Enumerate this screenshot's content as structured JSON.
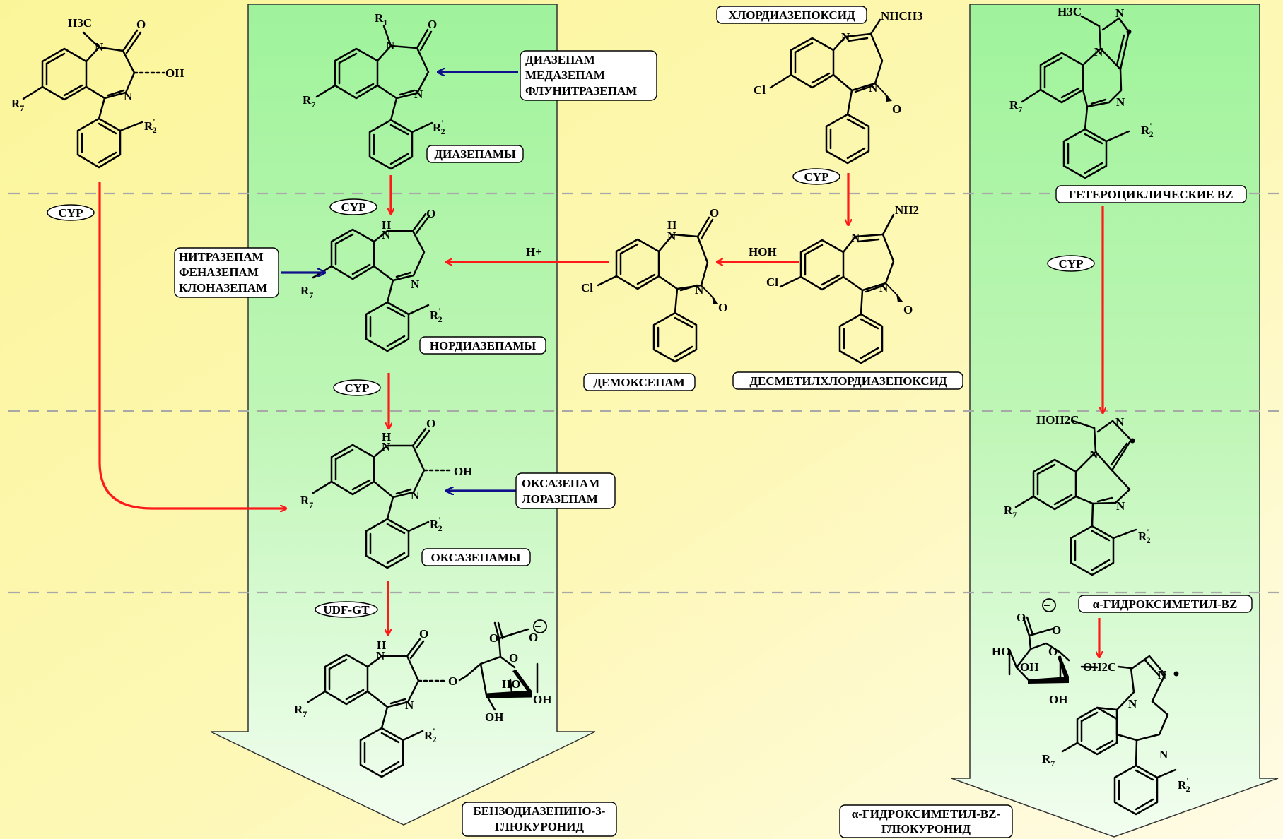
{
  "colors": {
    "background": "#fbf8a8",
    "band": "#a8f3a4",
    "band_light": "#eefdea",
    "reaction_arrow": "#ff1a1a",
    "drug_arrow": "#10108a",
    "separator": "#a0a0a0"
  },
  "labels": {
    "diazepam_group": [
      "ДИАЗЕПАМ",
      "МЕДАЗЕПАМ",
      "ФЛУНИТРАЗЕПАМ"
    ],
    "nitrazepam_group": [
      "НИТРАЗЕПАМ",
      "ФЕНАЗЕПАМ",
      "КЛОНАЗЕПАМ"
    ],
    "oxazepam_group": [
      "ОКСАЗЕПАМ",
      "ЛОРАЗЕПАМ"
    ],
    "diazepams": "ДИАЗЕПАМЫ",
    "nordiazepams": "НОРДИАЗЕПАМЫ",
    "oxazepams": "ОКСАЗЕПАМЫ",
    "glucuronide": [
      "БЕНЗОДИАЗЕПИНО-3-",
      "ГЛЮКУРОНИД"
    ],
    "chlordiazepoxide": "ХЛОРДИАЗЕПОКСИД",
    "desmethylchlordiazepoxide": "ДЕСМЕТИЛХЛОРДИАЗЕПОКСИД",
    "demoxepam": "ДЕМОКСЕПАМ",
    "heterocyclic": "ГЕТЕРОЦИКЛИЧЕСКИЕ BZ",
    "hydroxymethyl": "α-ГИДРОКСИМЕТИЛ-BZ",
    "hydroxymethyl_glucuronide": [
      "α-ГИДРОКСИМЕТИЛ-BZ-",
      "ГЛЮКУРОНИД"
    ]
  },
  "enzymes": {
    "cyp": "CYP",
    "udf": "UDF-GT"
  },
  "reagents": {
    "hplus": "H+",
    "hoh": "HOH"
  },
  "atoms": {
    "n": "N",
    "o": "O",
    "h": "H",
    "oh": "OH",
    "ho": "HO",
    "cl": "Cl",
    "r": "R",
    "sub7": "7",
    "sub1": "1",
    "sub2": "2",
    "sub3": "3",
    "prime": "'",
    "h3c": "H3C",
    "nhch3": "NHCH3",
    "nh2": "NH2",
    "hoh2c": "HOH2C",
    "oh2c": "OH2C",
    "minus": "−"
  }
}
